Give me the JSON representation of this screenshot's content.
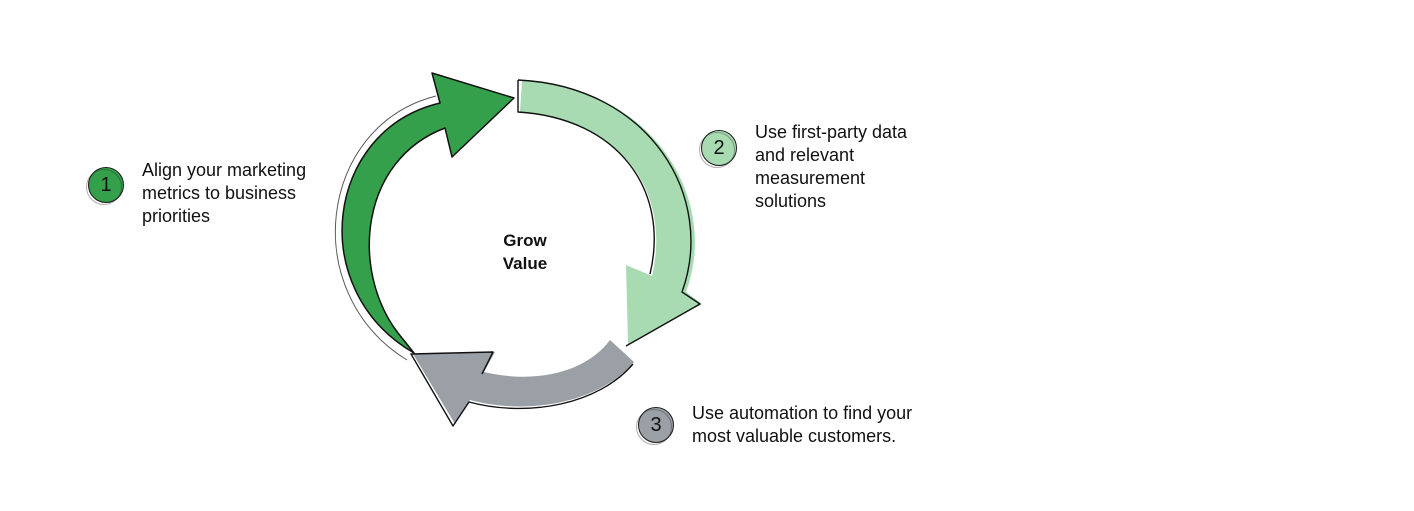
{
  "center": {
    "line1": "Grow",
    "line2": "Value"
  },
  "steps": [
    {
      "number": "1",
      "lines": [
        "Align your marketing",
        "metrics to business",
        "priorities"
      ],
      "color": "#34a04b"
    },
    {
      "number": "2",
      "lines": [
        "Use first-party data",
        "and relevant",
        "measurement",
        "solutions"
      ],
      "color": "#a8dbb2"
    },
    {
      "number": "3",
      "lines": [
        "Use automation to find your",
        "most valuable customers."
      ],
      "color": "#9aa0a6"
    }
  ]
}
